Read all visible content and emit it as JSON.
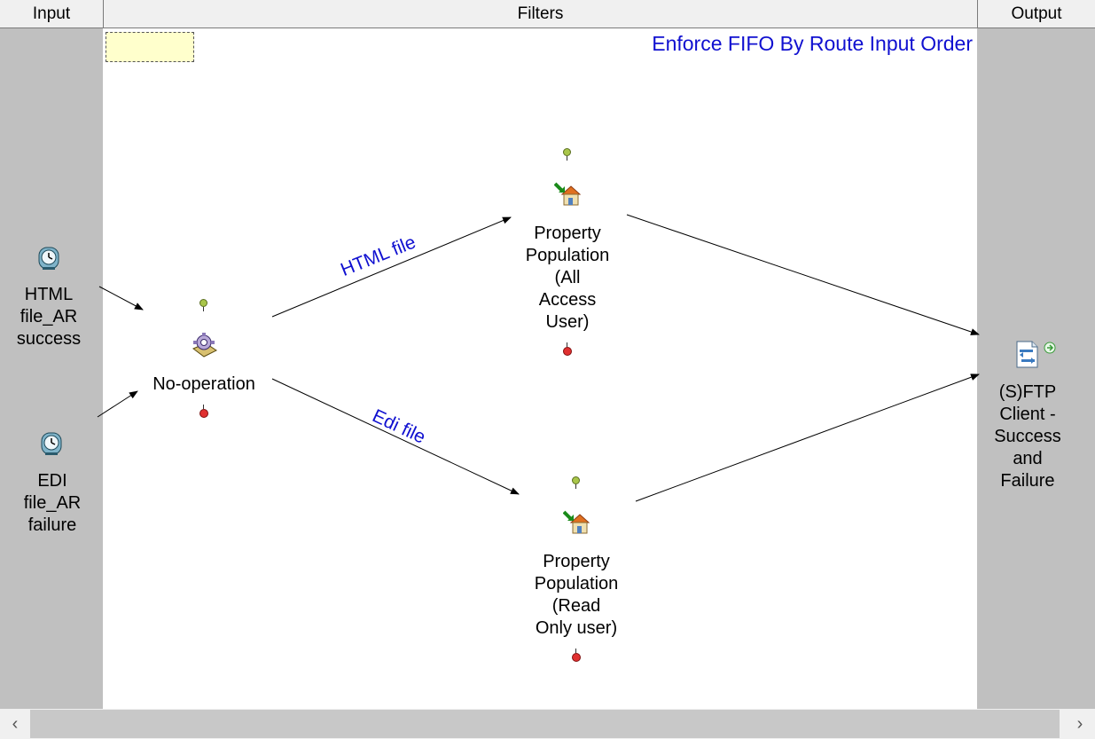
{
  "columns": {
    "input": "Input",
    "filters": "Filters",
    "output": "Output"
  },
  "route_title": "Enforce FIFO By Route Input Order",
  "nodes": {
    "input_html": {
      "label": "HTML\nfile_AR\nsuccess",
      "icon": "clock-icon"
    },
    "input_edi": {
      "label": "EDI\nfile_AR\nfailure",
      "icon": "clock-icon"
    },
    "noop": {
      "label": "No-operation",
      "icon": "gear-icon"
    },
    "prop_all": {
      "label": "Property\nPopulation\n(All\nAccess\nUser)",
      "icon": "property-population-icon"
    },
    "prop_read": {
      "label": "Property\nPopulation\n(Read\nOnly user)",
      "icon": "property-population-icon"
    },
    "sftp": {
      "label": "(S)FTP\nClient -\nSuccess\nand\nFailure",
      "icon": "sftp-client-icon"
    }
  },
  "edge_labels": {
    "html_file": "HTML file",
    "edi_file": "Edi file"
  },
  "scroll": {
    "left": "‹",
    "right": "›"
  },
  "colors": {
    "lane": "#c0c0c0",
    "title": "#1010d0",
    "note": "#ffffcc"
  }
}
